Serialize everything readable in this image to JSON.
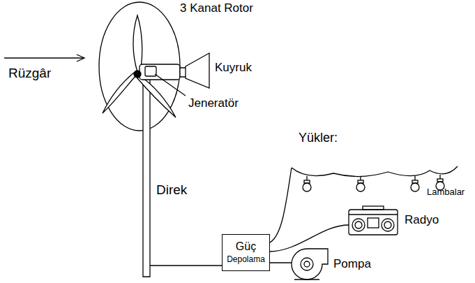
{
  "diagram": {
    "nodes": [
      {
        "text": [
          "Güç",
          "Depolama"
        ]
      }
    ],
    "labels": [
      "3 Kanat Rotor",
      "Rüzgâr",
      "Kuyruk",
      "Jeneratör",
      "Direk",
      "Yükler:",
      "Lambalar",
      "Radyo",
      "Pompa"
    ]
  }
}
